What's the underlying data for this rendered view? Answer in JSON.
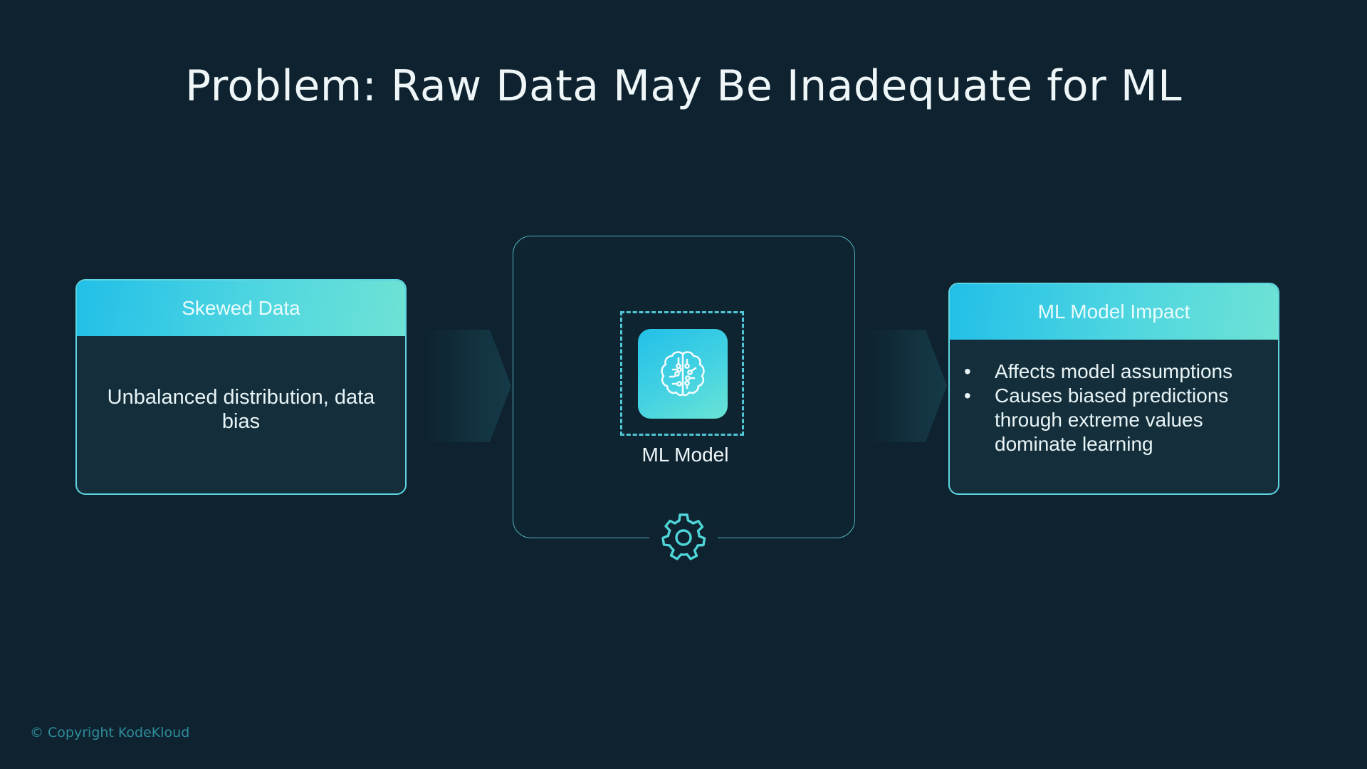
{
  "title": "Problem: Raw Data May Be Inadequate for ML",
  "left_card": {
    "header": "Skewed Data",
    "body": "Unbalanced distribution, data bias"
  },
  "center": {
    "icon": "brain-circuit-icon",
    "label": "ML Model",
    "bottom_icon": "gear-icon"
  },
  "right_card": {
    "header": "ML Model Impact",
    "bullets": [
      "Affects model assumptions",
      "Causes biased predictions through extreme values dominate learning"
    ],
    "bullet_char": "•"
  },
  "arrows": [
    "arrow-skewed-to-model",
    "arrow-model-to-impact"
  ],
  "footer": "© Copyright KodeKloud",
  "colors": {
    "background": "#0e222f",
    "card_body": "#142e3b",
    "accent_border": "#5ed5e0",
    "header_gradient_start": "#22bfe8",
    "header_gradient_end": "#6ee2d4",
    "footer_text": "#2f8c9a"
  }
}
